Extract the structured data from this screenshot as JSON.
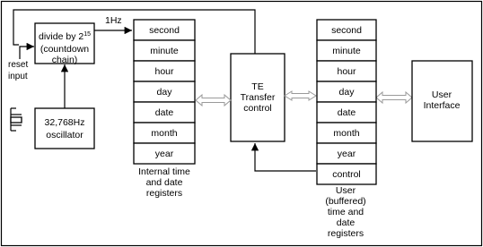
{
  "divider": {
    "line1_prefix": "divide by 2",
    "line1_exponent": "15",
    "line2": "(countdown",
    "line3": "chain)"
  },
  "oscillator": {
    "line1": "32,768Hz",
    "line2": "oscillator"
  },
  "reset": {
    "line1": "reset",
    "line2": "input"
  },
  "clock_label": "1Hz",
  "transfer": {
    "line1": "TE",
    "line2": "Transfer",
    "line3": "control"
  },
  "ui": {
    "line1": "User",
    "line2": "Interface"
  },
  "internal_registers": {
    "cells": [
      "second",
      "minute",
      "hour",
      "day",
      "date",
      "month",
      "year"
    ],
    "caption": [
      "Internal time",
      "and date",
      "registers"
    ]
  },
  "user_registers": {
    "cells": [
      "second",
      "minute",
      "hour",
      "day",
      "date",
      "month",
      "year",
      "control"
    ],
    "caption": [
      "User",
      "(buffered)",
      "time and",
      "date",
      "registers"
    ]
  }
}
